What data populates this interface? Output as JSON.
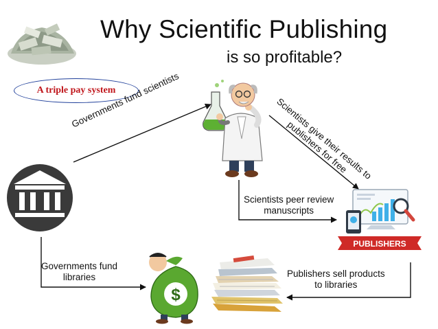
{
  "title": {
    "line1": "Why Scientific Publishing",
    "line2": "is so profitable?"
  },
  "badge": "A triple pay system",
  "labels": {
    "gov_fund_scientists": "Governments fund  scientists",
    "scientists_give_line1": "Scientists give their results to",
    "scientists_give_line2": "publishers for free",
    "peer_review_line1": "Scientists peer review",
    "peer_review_line2": "manuscripts",
    "gov_fund_libraries_line1": "Governments fund",
    "gov_fund_libraries_line2": "libraries",
    "publishers_sell_line1": "Publishers sell products",
    "publishers_sell_line2": "to libraries"
  },
  "publishers_label": "PUBLISHERS",
  "money_symbol": "$",
  "icons": [
    "money-pile-icon",
    "scientist-icon",
    "government-building-icon",
    "publishers-dashboard-icon",
    "money-bag-icon",
    "journals-stack-icon"
  ],
  "colors": {
    "badge_text": "#c0161b",
    "badge_border": "#1f3f9a",
    "publishers_banner": "#cf2a27",
    "money_bag": "#5aa830",
    "building_circle": "#3a3a3a"
  }
}
